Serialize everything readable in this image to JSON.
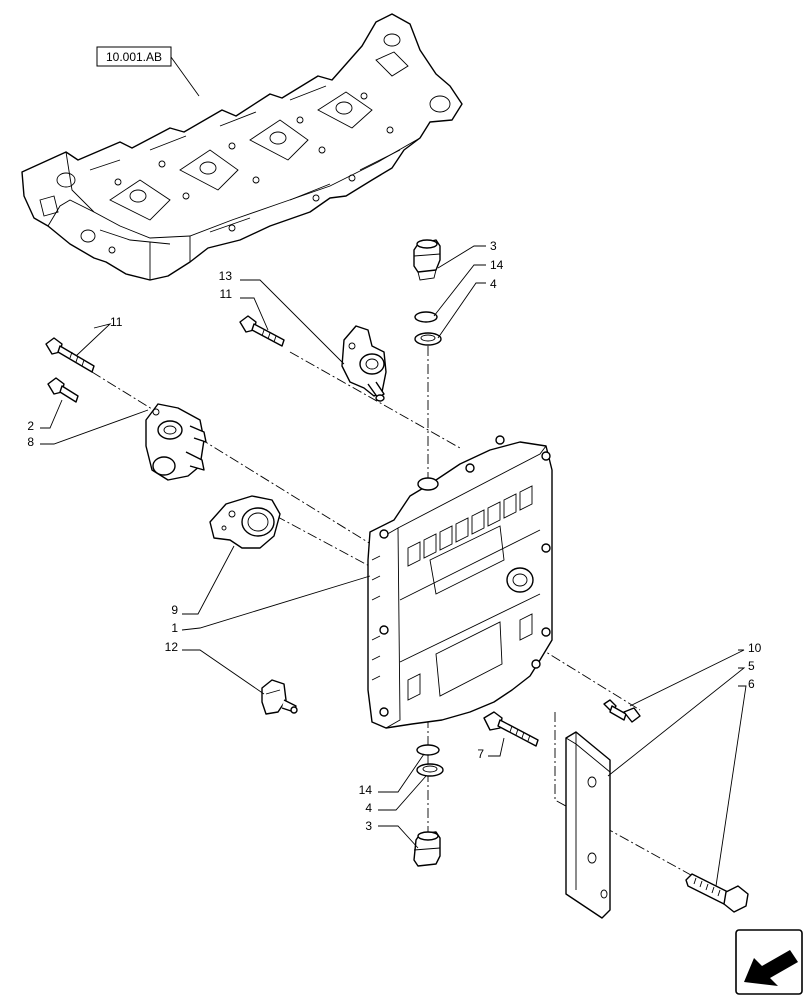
{
  "reference": {
    "text": "10.001.AB"
  },
  "callouts": [
    {
      "id": "c-3-top",
      "text": "3"
    },
    {
      "id": "c-14-top",
      "text": "14"
    },
    {
      "id": "c-4-top",
      "text": "4"
    },
    {
      "id": "c-13",
      "text": "13"
    },
    {
      "id": "c-11-mid",
      "text": "11"
    },
    {
      "id": "c-11-left",
      "text": "11"
    },
    {
      "id": "c-2",
      "text": "2"
    },
    {
      "id": "c-8",
      "text": "8"
    },
    {
      "id": "c-9",
      "text": "9"
    },
    {
      "id": "c-1",
      "text": "1"
    },
    {
      "id": "c-12",
      "text": "12"
    },
    {
      "id": "c-10",
      "text": "10"
    },
    {
      "id": "c-5",
      "text": "5"
    },
    {
      "id": "c-6",
      "text": "6"
    },
    {
      "id": "c-7",
      "text": "7"
    },
    {
      "id": "c-14-bot",
      "text": "14"
    },
    {
      "id": "c-4-bot",
      "text": "4"
    },
    {
      "id": "c-3-bot",
      "text": "3"
    }
  ]
}
